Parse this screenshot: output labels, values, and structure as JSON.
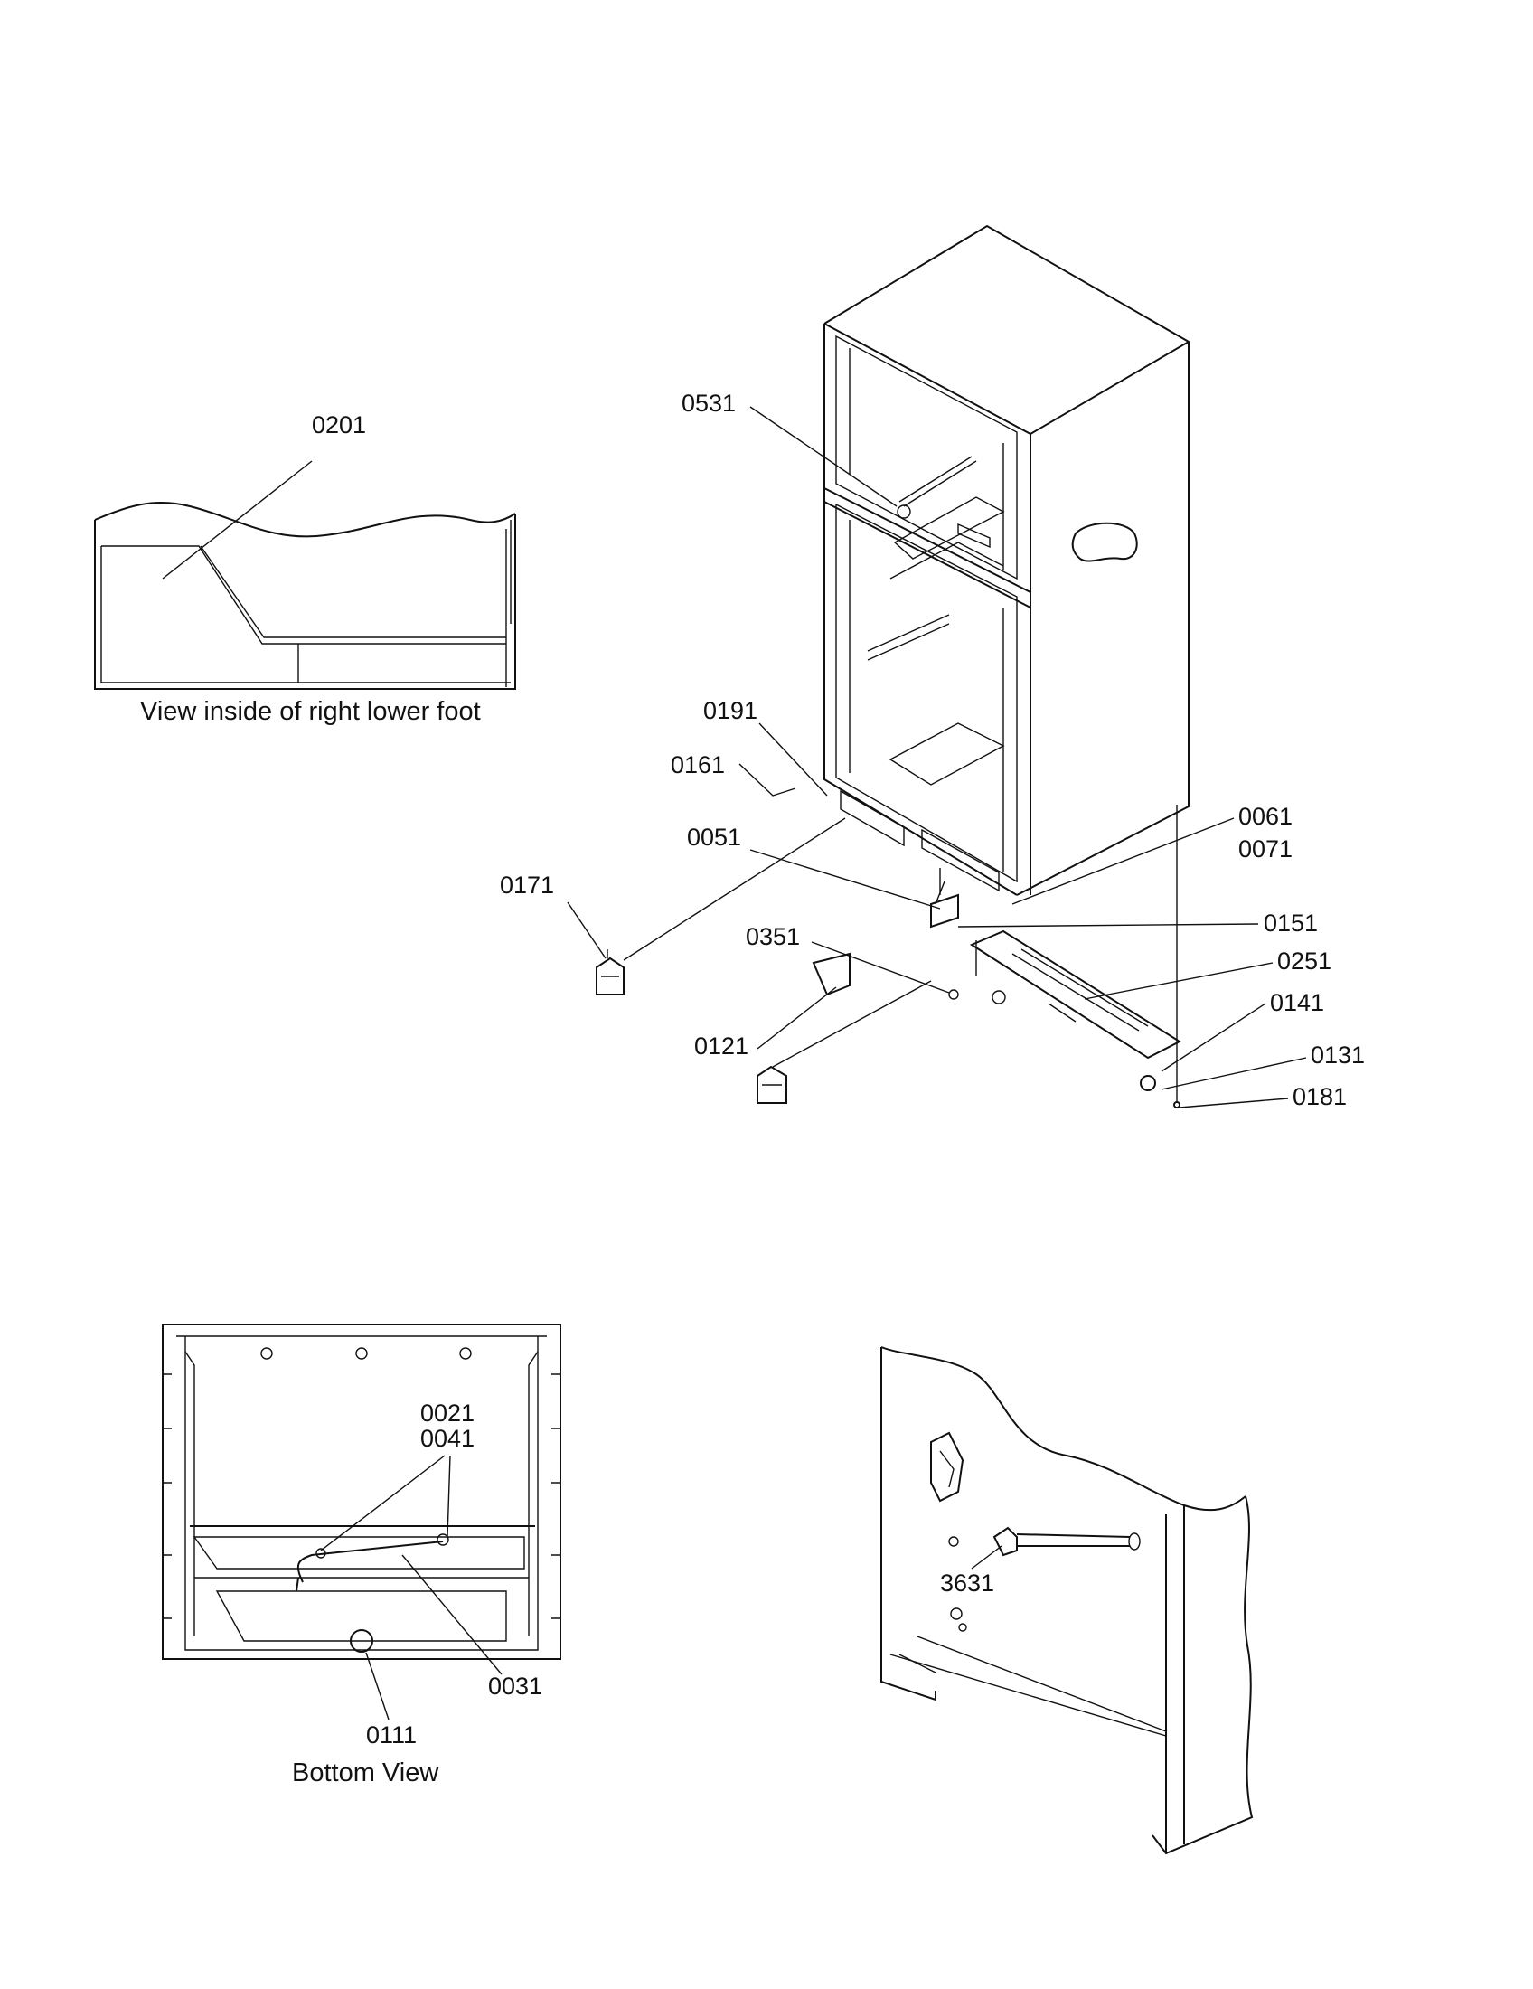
{
  "views": {
    "foot_detail": {
      "caption": "View inside of right lower foot"
    },
    "bottom_view": {
      "caption": "Bottom View"
    }
  },
  "part_labels": {
    "p0201": "0201",
    "p0531": "0531",
    "p0191": "0191",
    "p0161": "0161",
    "p0051": "0051",
    "p0061": "0061",
    "p0071": "0071",
    "p0171": "0171",
    "p0151": "0151",
    "p0351": "0351",
    "p0251": "0251",
    "p0141": "0141",
    "p0121": "0121",
    "p0131": "0131",
    "p0181": "0181",
    "p0021": "0021",
    "p0041": "0041",
    "p0031": "0031",
    "p0111": "0111",
    "p3631": "3631"
  }
}
